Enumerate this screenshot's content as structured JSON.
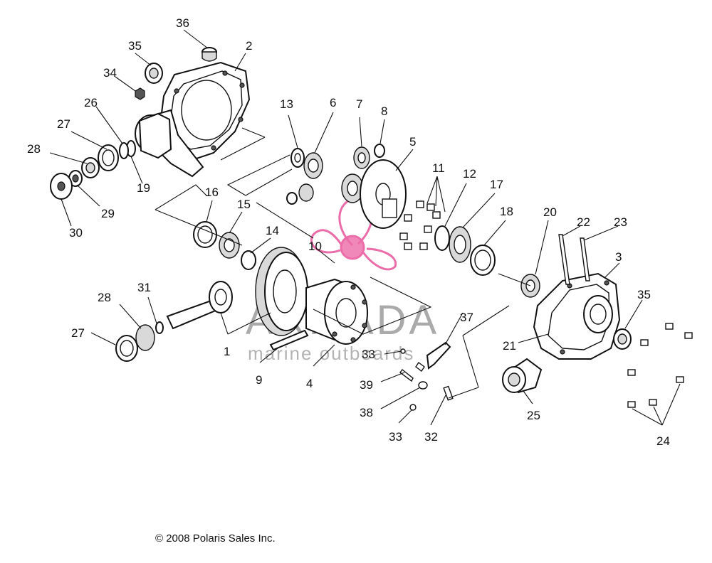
{
  "copyright": "© 2008 Polaris Sales Inc.",
  "watermark": {
    "title": "ARMADA",
    "subtitle": "marine outboards"
  },
  "colors": {
    "line": "#111111",
    "watermark_pink": "#e8539a",
    "watermark_gray": "#8e8e8e"
  },
  "callouts": {
    "c1": "1",
    "c2": "2",
    "c3": "3",
    "c4": "4",
    "c5": "5",
    "c6": "6",
    "c7": "7",
    "c8": "8",
    "c9": "9",
    "c10": "10",
    "c11": "11",
    "c12": "12",
    "c13": "13",
    "c14": "14",
    "c15": "15",
    "c16": "16",
    "c17": "17",
    "c18": "18",
    "c19": "19",
    "c20": "20",
    "c21": "21",
    "c22": "22",
    "c23": "23",
    "c24": "24",
    "c25": "25",
    "c26": "26",
    "c27a": "27",
    "c27b": "27",
    "c28a": "28",
    "c28b": "28",
    "c29": "29",
    "c30": "30",
    "c31": "31",
    "c32": "32",
    "c33a": "33",
    "c33b": "33",
    "c34": "34",
    "c35a": "35",
    "c35b": "35",
    "c36": "36",
    "c37": "37",
    "c38": "38",
    "c39": "39"
  }
}
